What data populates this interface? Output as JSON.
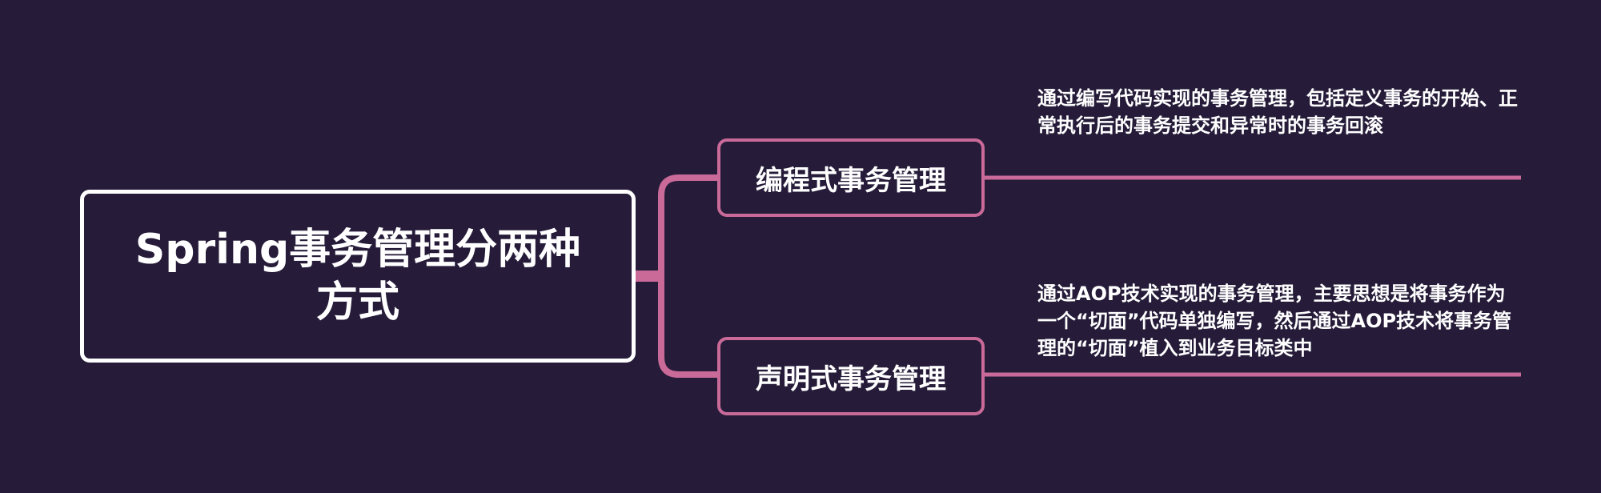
{
  "mindmap": {
    "root": {
      "text": "Spring事务管理分两种方式"
    },
    "branches": [
      {
        "label": "编程式事务管理",
        "description": "通过编写代码实现的事务管理，包括定义事务的开始、正常执行后的事务提交和异常时的事务回滚"
      },
      {
        "label": "声明式事务管理",
        "description": "通过AOP技术实现的事务管理，主要思想是将事务作为一个“切面”代码单独编写，然后通过AOP技术将事务管理的“切面”植入到业务目标类中"
      }
    ]
  },
  "colors": {
    "background": "#261c3a",
    "accent": "#c96a98",
    "root_border": "#ffffff",
    "text": "#ffffff"
  }
}
